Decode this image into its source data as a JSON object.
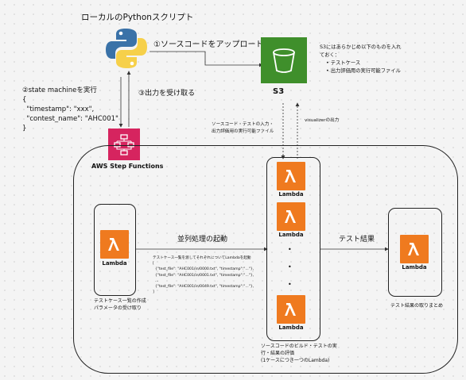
{
  "python_title": "ローカルのPythonスクリプト",
  "upload_label": "①ソースコードをアップロード",
  "s3_label": "S3",
  "s3_note": {
    "line1": "S3にはあらかじめ以下のものを入れ",
    "line2": "ておく：",
    "items": [
      "テストケース",
      "出力評価用の実行可能ファイル"
    ]
  },
  "state_machine": {
    "title": "②state machineを実行",
    "json_lines": [
      "{",
      "  \"timestamp\": \"xxx\",",
      "  \"contest_name\": \"AHC001\"",
      "}"
    ]
  },
  "receive_output": "③出力を受け取る",
  "step_functions_label": "AWS Step Functions",
  "s3_to_lambda": [
    "ソースコード・テストの入力・",
    "出力評価用の実行可能ファイル"
  ],
  "visualizer_output": "visualizerの出力",
  "lambda_label": "Lambda",
  "parallel_start": "並列処理の起動",
  "test_result": "テスト結果",
  "invoke_note": {
    "line1": "テストケース一覧を渡してそれぞれについてLambdaを起動",
    "lines": [
      "[",
      "  {\"test_file\": \"AHC001/in/0000.txt\", \"timestamp\":\"...\"},",
      "  {\"test_file\": \"AHC001/in/0001.txt\", \"timestamp\":\"...\"},",
      "  ...",
      "  {\"test_file\": \"AHC001/in/0049.txt\", \"timestamp\":\"...\"},",
      "]"
    ]
  },
  "left_lambda_caption": [
    "テストケース一覧の作成",
    "パラメータの受け取り"
  ],
  "middle_caption": [
    "ソースコードのビルド・テストの実",
    "行・結果の評価",
    "(1ケースにつき一つのLambda)"
  ],
  "right_caption": "テスト結果の取りまとめ",
  "dots": [
    "•",
    "•",
    "•"
  ],
  "colors": {
    "lambda": "#ef7a1f",
    "s3": "#3f8f2b",
    "step_functions": "#d6245f"
  }
}
